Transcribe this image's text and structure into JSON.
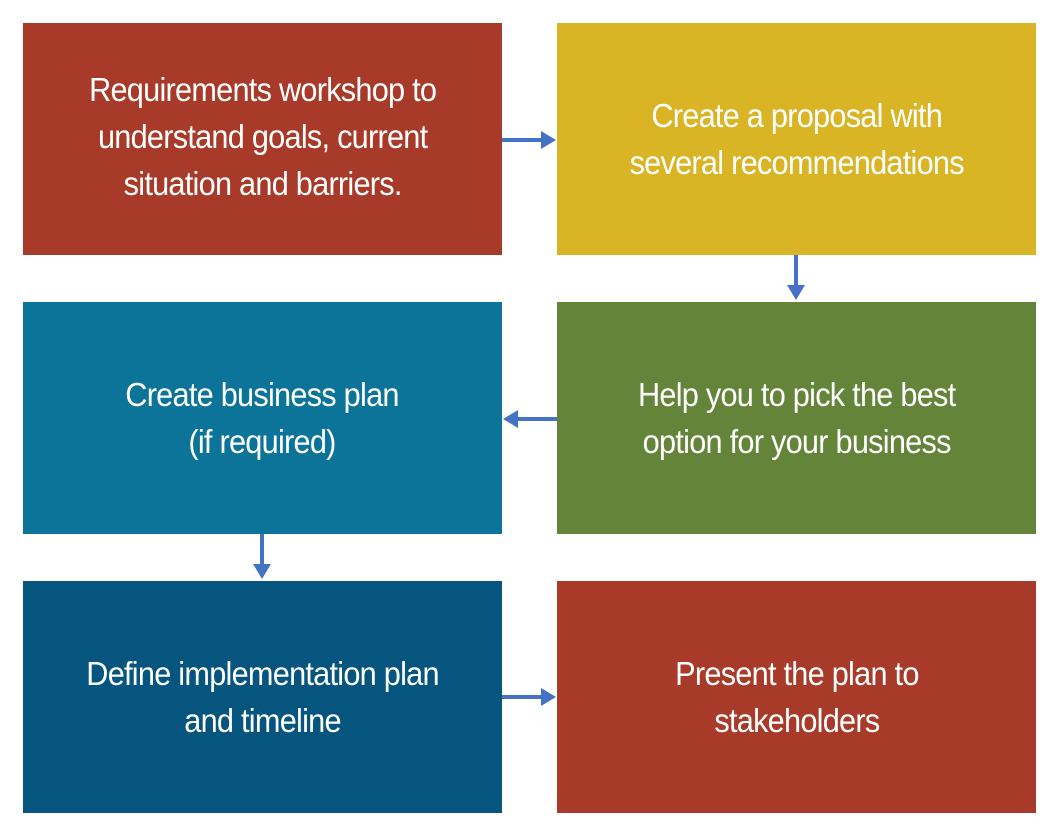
{
  "diagram": {
    "steps": [
      {
        "text": "Requirements workshop to\nunderstand goals, current\nsituation and barriers.",
        "color": "#a83a29"
      },
      {
        "text": "Create a proposal with\nseveral recommendations",
        "color": "#d9b425"
      },
      {
        "text": "Create business plan\n(if required)",
        "color": "#0d7499"
      },
      {
        "text": "Help you to pick the best\noption for your business",
        "color": "#638439"
      },
      {
        "text": "Define implementation plan\nand timeline",
        "color": "#05557f"
      },
      {
        "text": "Present the plan to\nstakeholders",
        "color": "#a83a29"
      }
    ],
    "arrow_color": "#4472c4"
  }
}
